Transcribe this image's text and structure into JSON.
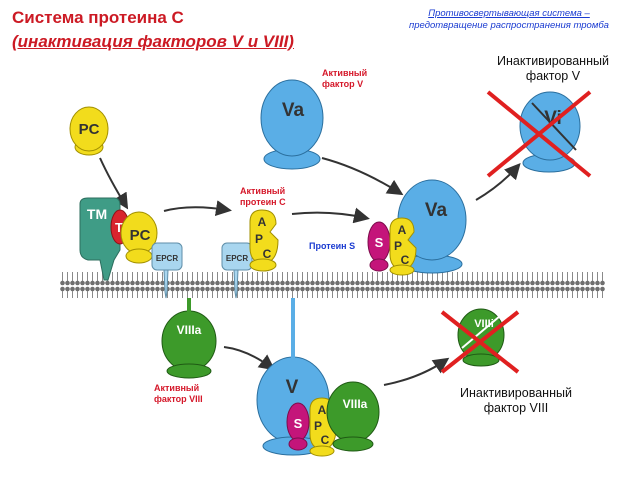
{
  "title": {
    "line1": "Система протеина С",
    "line2": "(инактивация факторов V и VIII)"
  },
  "note": {
    "line1": "Противосвертывающая система –",
    "line2": "предотвращение распространения тромба"
  },
  "labels": {
    "active_factor_v": "Активный фактор V",
    "active_protein_c": "Активный протеин С",
    "protein_s": "Протеин S",
    "active_factor_viii": "Активный фактор VIII",
    "inactivated_factor_v": "Инактивированный фактор V",
    "inactivated_factor_viii": "Инактивированный фактор VIII"
  },
  "molecules": {
    "pc": "PC",
    "tm": "TM",
    "t": "T",
    "epcr": "EPCR",
    "va": "Va",
    "vi": "Vi",
    "s": "S",
    "viiia": "VIIIa",
    "viiii": "VIIIi",
    "v": "V",
    "apc_a": "A",
    "apc_p": "P",
    "apc_c": "C"
  },
  "colors": {
    "title_red": "#cc1a24",
    "note_blue": "#1a3bd1",
    "factor_v_blue": "#5aaee6",
    "protein_c_yellow": "#f2dc1c",
    "factor_viii_green": "#3d9a2a",
    "thrombomodulin_teal": "#3f9c86",
    "thrombin_red": "#d8242e",
    "protein_s_magenta": "#c4157a",
    "epcr_lightblue": "#a9d6ef",
    "cross_red": "#e02020"
  }
}
